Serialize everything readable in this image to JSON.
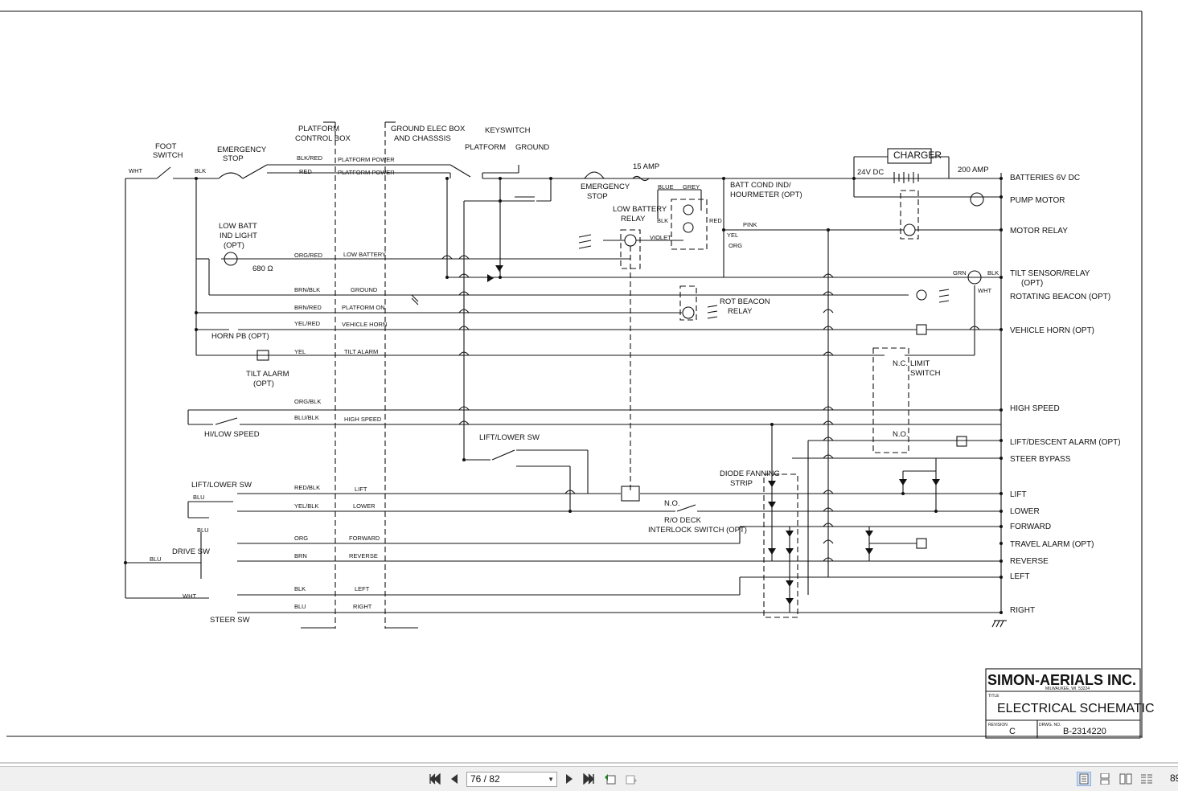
{
  "document": {
    "company": "SIMON-AERIALS INC.",
    "company_address": "MILWAUKEE, WI. 53224",
    "title_caption": "TITLE",
    "title": "ELECTRICAL SCHEMATIC",
    "revision_caption": "REVISION",
    "revision": "C",
    "drawing_caption": "DRWG. NO.",
    "drawing_no": "B-2314220"
  },
  "schematic": {
    "left_labels": {
      "foot_switch": [
        "FOOT",
        "SWITCH"
      ],
      "emergency_stop": [
        "EMERGENCY",
        "STOP"
      ],
      "platform_box": [
        "PLATFORM",
        "CONTROL BOX"
      ],
      "ground_box": [
        "GROUND ELEC BOX",
        "AND CHASSSIS"
      ],
      "keyswitch": "KEYSWITCH",
      "platform": "PLATFORM",
      "ground": "GROUND",
      "low_batt_light": [
        "LOW BATT",
        "IND LIGHT",
        "(OPT)"
      ],
      "resistor": "680 Ω",
      "horn_pb": "HORN PB (OPT)",
      "tilt_alarm": [
        "TILT ALARM",
        "(OPT)"
      ],
      "hi_low_speed": "HI/LOW SPEED",
      "lift_lower_sw": "LIFT/LOWER SW",
      "drive_sw": "DRIVE SW",
      "steer_sw": "STEER SW",
      "emergency_stop_2": [
        "EMERGENCY",
        "STOP"
      ],
      "fuse_15a": "15 AMP",
      "low_battery_relay": [
        "LOW BATTERY",
        "RELAY"
      ],
      "batt_cond": [
        "BATT COND IND/",
        "HOURMETER (OPT)"
      ],
      "charger": "CHARGER",
      "fuse_200a": "200 AMP",
      "batt_24v": "24V DC",
      "rot_beacon_relay": [
        "ROT BEACON",
        "RELAY"
      ],
      "limit_switch": [
        "LIMIT",
        "SWITCH"
      ],
      "nc": "N.C.",
      "no": "N.O.",
      "diode_fanning": [
        "DIODE FANNING",
        "STRIP"
      ],
      "interlock": [
        "R/O DECK",
        "INTERLOCK SWITCH (OPT)"
      ],
      "lift_lower_sw_2": "LIFT/LOWER SW"
    },
    "wire_names": [
      "PLATFORM POWER",
      "PLATFORM POWER",
      "LOW BATTERY",
      "GROUND",
      "PLATFORM ON",
      "VEHICLE HORN",
      "TILT ALARM",
      "HIGH SPEED",
      "LIFT",
      "LOWER",
      "FORWARD",
      "REVERSE",
      "LEFT",
      "RIGHT"
    ],
    "wire_colors": [
      "BLK/RED",
      "RED",
      "ORG/RED",
      "BRN/BLK",
      "BRN/RED",
      "YEL/RED",
      "YEL",
      "ORG/BLK",
      "BLU/BLK",
      "RED/BLK",
      "YEL/BLK",
      "ORG",
      "BRN",
      "BLK",
      "BLU"
    ],
    "right_labels": [
      "BATTERIES 6V DC",
      "PUMP MOTOR",
      "MOTOR RELAY",
      "TILT SENSOR/RELAY",
      "(OPT)",
      "ROTATING BEACON (OPT)",
      "VEHICLE HORN (OPT)",
      "HIGH SPEED",
      "LIFT/DESCENT ALARM (OPT)",
      "STEER BYPASS",
      "LIFT",
      "LOWER",
      "FORWARD",
      "TRAVEL ALARM (OPT)",
      "REVERSE",
      "LEFT",
      "RIGHT"
    ],
    "component_text": {
      "blue": "BLUE",
      "grey": "GREY",
      "blk": "BLK",
      "red": "RED",
      "violet": "VIOLET",
      "yel": "YEL",
      "org": "ORG",
      "pink": "PINK",
      "grn": "GRN",
      "wht": "WHT",
      "blu": "BLU"
    }
  },
  "toolbar": {
    "page_indicator": "76 / 82",
    "zoom": "89"
  },
  "icons": {
    "first": "first-page-icon",
    "prev": "prev-page-icon",
    "next": "next-page-icon",
    "last": "last-page-icon",
    "back": "back-view-icon",
    "forward": "forward-view-icon",
    "single": "single-page-icon",
    "continuous": "continuous-icon",
    "facing": "facing-icon",
    "facing_cont": "facing-continuous-icon"
  }
}
